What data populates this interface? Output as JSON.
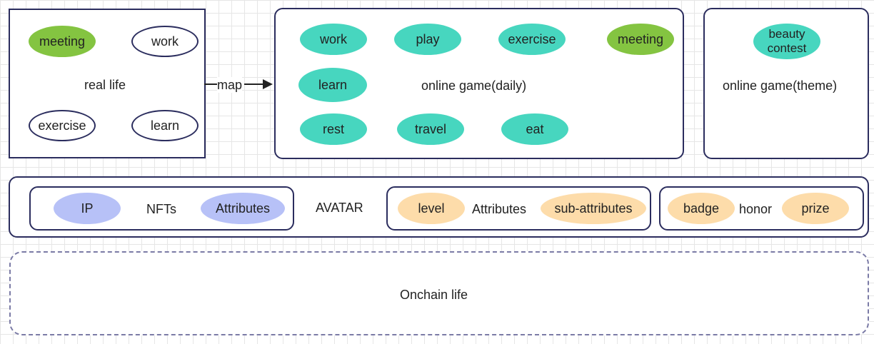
{
  "colors": {
    "border": "#2b2d5e",
    "green": "#84c441",
    "teal": "#47d6bf",
    "lavender": "#b7c1f7",
    "peach": "#fddcaa",
    "dashed_border": "#7b7ba6"
  },
  "real_life": {
    "label": "real life",
    "items": [
      "meeting",
      "work",
      "exercise",
      "learn"
    ]
  },
  "map_label": "map",
  "online_daily": {
    "label": "online game(daily)",
    "items": [
      "work",
      "play",
      "exercise",
      "meeting",
      "learn",
      "rest",
      "travel",
      "eat"
    ]
  },
  "online_theme": {
    "label": "online game(theme)",
    "item_line1": "beauty",
    "item_line2": "contest"
  },
  "avatar": {
    "label": "AVATAR",
    "nfts": {
      "label": "NFTs",
      "items": [
        "IP",
        "Attributes"
      ]
    },
    "attributes": {
      "label": "Attributes",
      "items": [
        "level",
        "sub-attributes"
      ]
    },
    "honor": {
      "label": "honor",
      "items": [
        "badge",
        "prize"
      ]
    }
  },
  "onchain": {
    "label": "Onchain life"
  }
}
